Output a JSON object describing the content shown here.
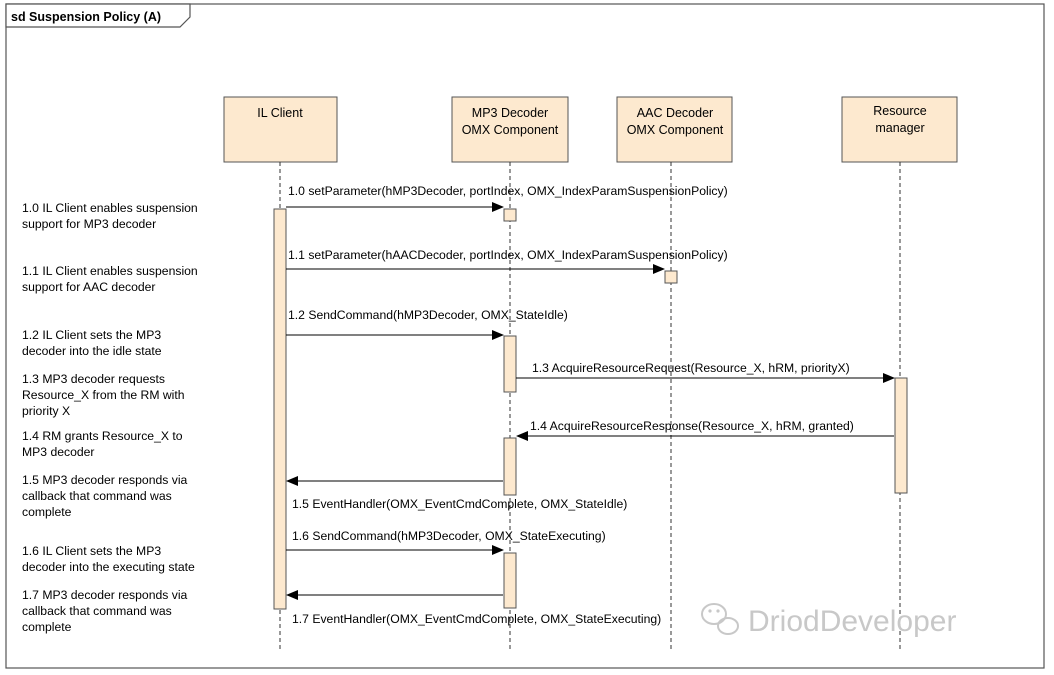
{
  "frame": {
    "title": "sd Suspension Policy (A)"
  },
  "participants": [
    {
      "id": "il",
      "lines": [
        "IL Client"
      ]
    },
    {
      "id": "mp3",
      "lines": [
        "MP3 Decoder",
        "OMX Component"
      ]
    },
    {
      "id": "aac",
      "lines": [
        "AAC Decoder",
        "OMX Component"
      ]
    },
    {
      "id": "rm",
      "lines": [
        "Resource",
        "manager"
      ]
    }
  ],
  "messages": [
    {
      "label": "1.0 setParameter(hMP3Decoder, portIndex, OMX_IndexParamSuspensionPolicy)"
    },
    {
      "label": "1.1 setParameter(hAACDecoder, portIndex, OMX_IndexParamSuspensionPolicy)"
    },
    {
      "label": "1.2 SendCommand(hMP3Decoder, OMX_StateIdle)"
    },
    {
      "label": "1.3 AcquireResourceRequest(Resource_X, hRM, priorityX)"
    },
    {
      "label": "1.4 AcquireResourceResponse(Resource_X, hRM, granted)"
    },
    {
      "label": "1.5 EventHandler(OMX_EventCmdComplete, OMX_StateIdle)"
    },
    {
      "label": "1.6 SendCommand(hMP3Decoder, OMX_StateExecuting)"
    },
    {
      "label": "1.7 EventHandler(OMX_EventCmdComplete, OMX_StateExecuting)"
    }
  ],
  "notes": [
    {
      "lines": [
        "1.0 IL Client enables suspension",
        "support for MP3 decoder"
      ]
    },
    {
      "lines": [
        "1.1 IL Client enables suspension",
        "support for AAC decoder"
      ]
    },
    {
      "lines": [
        "1.2 IL Client sets the MP3",
        "decoder into the idle state"
      ]
    },
    {
      "lines": [
        "1.3 MP3 decoder requests",
        "Resource_X from the RM with",
        "priority X"
      ]
    },
    {
      "lines": [
        "1.4 RM grants Resource_X to",
        "MP3 decoder"
      ]
    },
    {
      "lines": [
        "1.5 MP3 decoder responds via",
        "callback that command was",
        "complete"
      ]
    },
    {
      "lines": [
        "1.6 IL Client sets the MP3",
        "decoder into the executing state"
      ]
    },
    {
      "lines": [
        "1.7 MP3 decoder responds via",
        "callback that command was",
        "complete"
      ]
    }
  ],
  "watermark": {
    "text": "DriodDeveloper",
    "icon": "wechat-icon"
  }
}
